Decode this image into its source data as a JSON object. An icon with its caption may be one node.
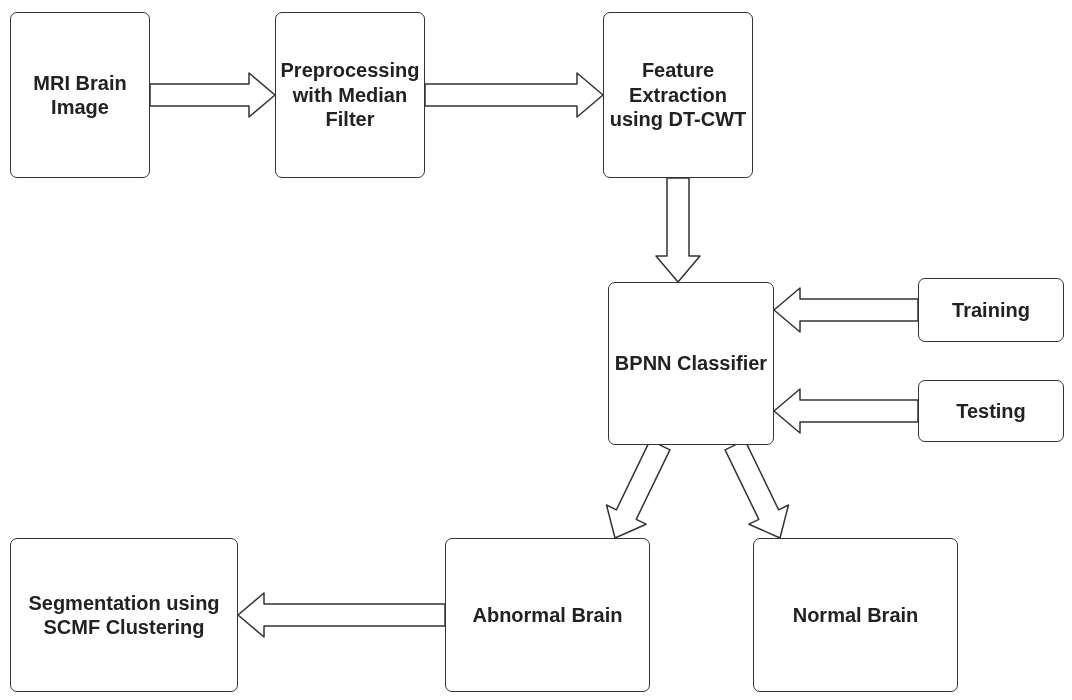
{
  "diagram": {
    "nodes": [
      {
        "text": [
          "MRI Brain Image"
        ]
      },
      {
        "text": [
          "Preprocessing with Median Filter"
        ]
      },
      {
        "text": [
          "Feature Extraction using DT-CWT"
        ]
      },
      {
        "text": [
          "BPNN Classifier"
        ]
      },
      {
        "text": [
          "Training"
        ]
      },
      {
        "text": [
          "Testing"
        ]
      },
      {
        "text": [
          "Segmentation using SCMF Clustering"
        ]
      },
      {
        "text": [
          "Abnormal Brain"
        ]
      },
      {
        "text": [
          "Normal Brain"
        ]
      }
    ],
    "edges": [
      {
        "from": 0,
        "to": 1,
        "arrow": "to"
      },
      {
        "from": 1,
        "to": 2,
        "arrow": "to"
      },
      {
        "from": 2,
        "to": 3,
        "arrow": "to"
      },
      {
        "from": 4,
        "to": 3,
        "arrow": "to"
      },
      {
        "from": 5,
        "to": 3,
        "arrow": "to"
      },
      {
        "from": 3,
        "to": 7,
        "arrow": "to"
      },
      {
        "from": 3,
        "to": 8,
        "arrow": "to"
      },
      {
        "from": 7,
        "to": 6,
        "arrow": "to"
      }
    ]
  }
}
